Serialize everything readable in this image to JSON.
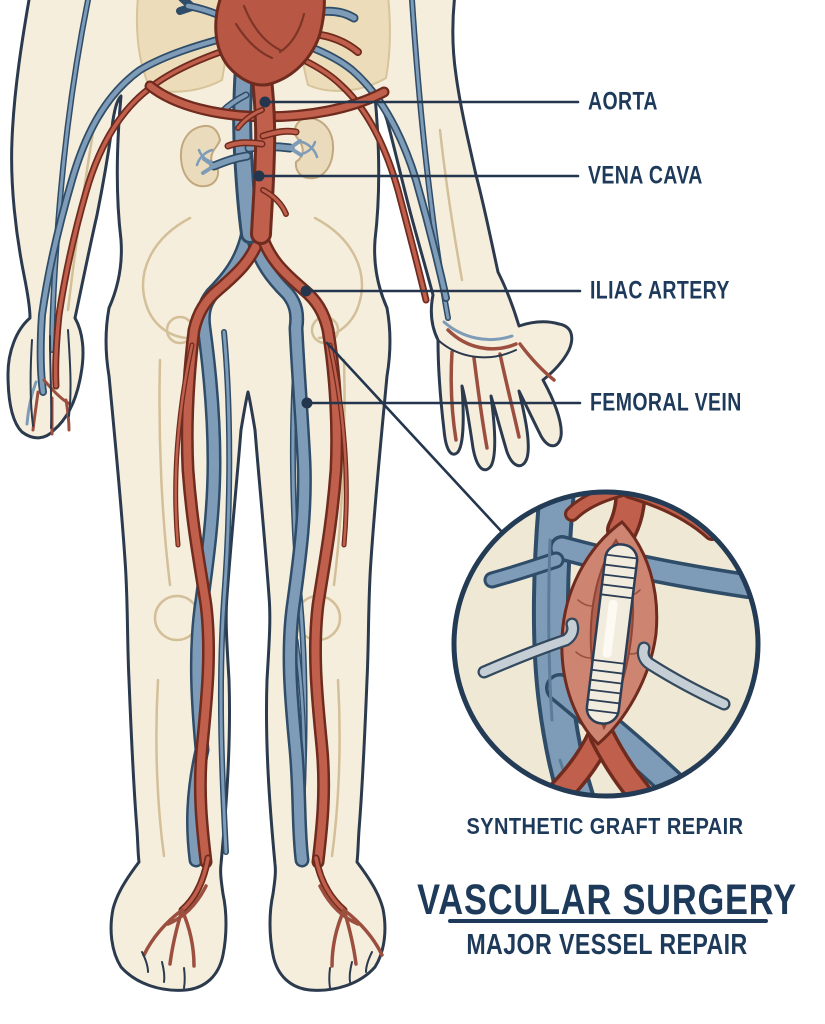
{
  "poster": {
    "labels": [
      {
        "id": "aorta",
        "text": "AORTA"
      },
      {
        "id": "vena-cava",
        "text": "VENA CAVA"
      },
      {
        "id": "iliac-artery",
        "text": "ILIAC ARTERY"
      },
      {
        "id": "femoral-vein",
        "text": "FEMORAL VEIN"
      }
    ],
    "inset_caption": "SYNTHETIC GRAFT REPAIR",
    "title": "VASCULAR SURGERY",
    "subtitle": "MAJOR VESSEL REPAIR"
  },
  "colors": {
    "background": "#ffffff",
    "text_navy": "#1e3a5a",
    "leader_line": "#24364e",
    "skin": "#f6eedd",
    "skin_outline": "#2c3a4e",
    "artery_fill": "#bf5f4c",
    "artery_outline": "#6f2b1e",
    "vein_fill": "#7e9cb7",
    "vein_outline": "#2f4d68",
    "heart_fill": "#b85844",
    "inset_background": "#efe8d4",
    "graft_white": "#f2ecdf",
    "retractor_gray": "#c5ced5"
  }
}
